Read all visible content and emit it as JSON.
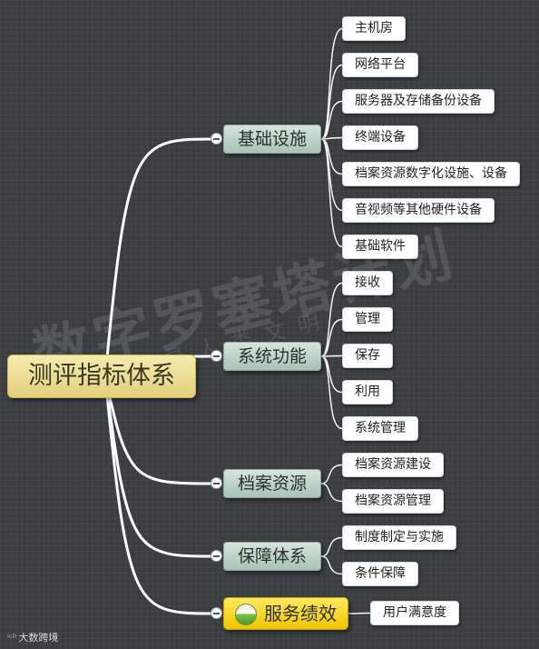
{
  "watermark": {
    "main": "数字罗塞塔计划",
    "sub": "记录人类文明"
  },
  "brand": {
    "mark": "ᴵᶜᴰ",
    "name": "大数跨境"
  },
  "mindmap": {
    "root": "测评指标体系",
    "branches": [
      {
        "label": "基础设施",
        "children": [
          "主机房",
          "网络平台",
          "服务器及存储备份设备",
          "终端设备",
          "档案资源数字化设施、设备",
          "音视频等其他硬件设备",
          "基础软件"
        ]
      },
      {
        "label": "系统功能",
        "children": [
          "接收",
          "管理",
          "保存",
          "利用",
          "系统管理"
        ]
      },
      {
        "label": "档案资源",
        "children": [
          "档案资源建设",
          "档案资源管理"
        ]
      },
      {
        "label": "保障体系",
        "children": [
          "制度制定与实施",
          "条件保障"
        ]
      },
      {
        "label": "服务绩效",
        "children": [
          "用户满意度"
        ]
      }
    ]
  },
  "colors": {
    "background": "#3a3e40",
    "root_fill": "#eddc92",
    "branch_fill": "#c2d6cb",
    "special_fill": "#f7d71e",
    "leaf_fill": "#ffffff",
    "wire": "#ffffff"
  }
}
